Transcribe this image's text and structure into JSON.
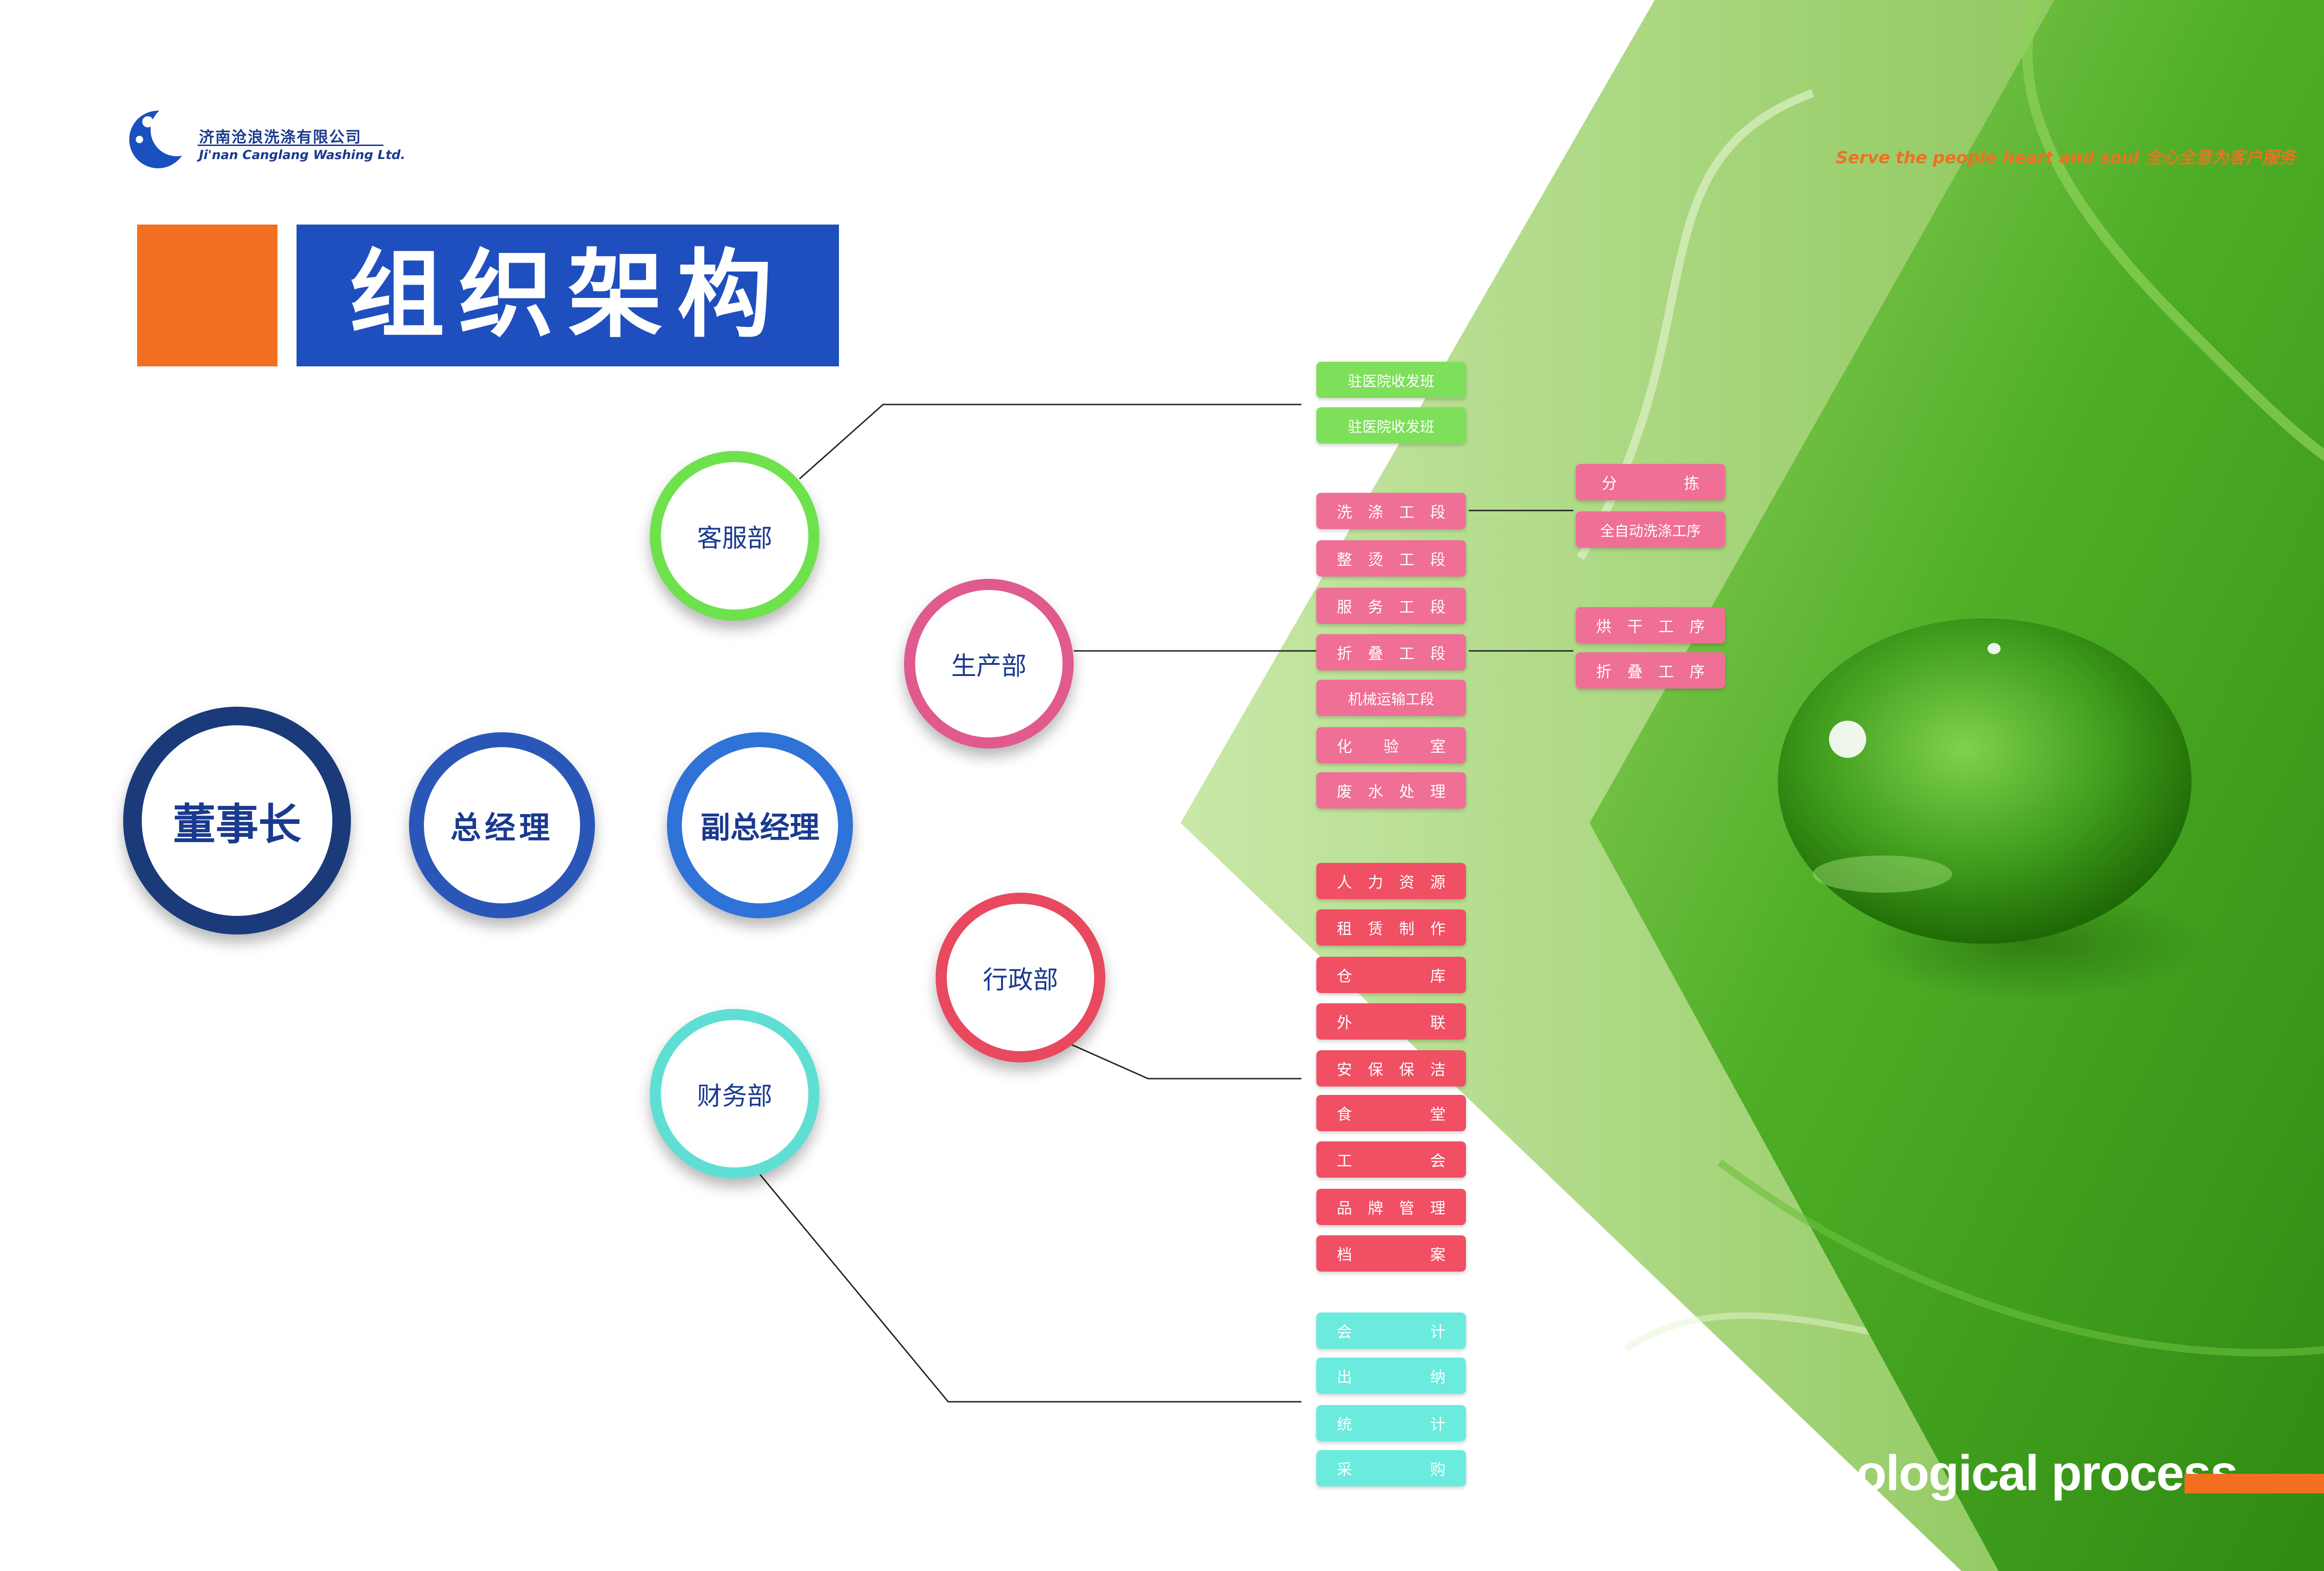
{
  "logo": {
    "company_cn": "济南沧浪洗涤有限公司",
    "company_en": "Ji'nan Canglang Washing Ltd."
  },
  "title": "组织架构",
  "slogan": "Serve the people heart and soul 全心全意为客户服务",
  "footer_text": "technological process",
  "colors": {
    "accent_orange": "#f26f21",
    "title_blue": "#1f4fbf",
    "navy": "#1a3a8f",
    "green_box": "#7ee05a",
    "pink_box": "#ef6f97",
    "red_box": "#f04f64",
    "cyan_box": "#6bebdd",
    "leaf_green": "#3f9c1c"
  },
  "nodes": {
    "chairman": "董事长",
    "gm": "总经理",
    "deputy_gm": "副总经理",
    "customer_service": "客服部",
    "production": "生产部",
    "admin": "行政部",
    "finance": "财务部"
  },
  "customer_service_units": [
    "驻医院收发班",
    "驻医院收发班"
  ],
  "production_units": [
    "洗涤工段",
    "整烫工段",
    "服务工段",
    "折叠工段",
    "机械运输工段",
    "化验室",
    "废水处理"
  ],
  "washing_subunits": [
    "分拣",
    "全自动洗涤工序"
  ],
  "folding_subunits": [
    "烘干工序",
    "折叠工序"
  ],
  "admin_units": [
    "人力资源",
    "租赁制作",
    "仓库",
    "外联",
    "安保保洁",
    "食堂",
    "工会",
    "品牌管理",
    "档案"
  ],
  "finance_units": [
    "会计",
    "出纳",
    "统计",
    "采购"
  ]
}
